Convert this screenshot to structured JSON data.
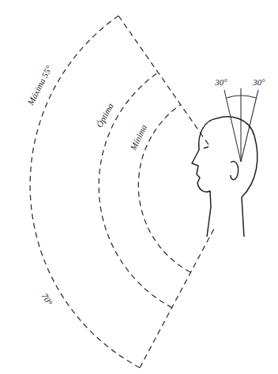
{
  "diagram": {
    "labels": [
      "Máxima 55°",
      "Óptima",
      "Mínima",
      "70°",
      "30°",
      "30°"
    ]
  }
}
